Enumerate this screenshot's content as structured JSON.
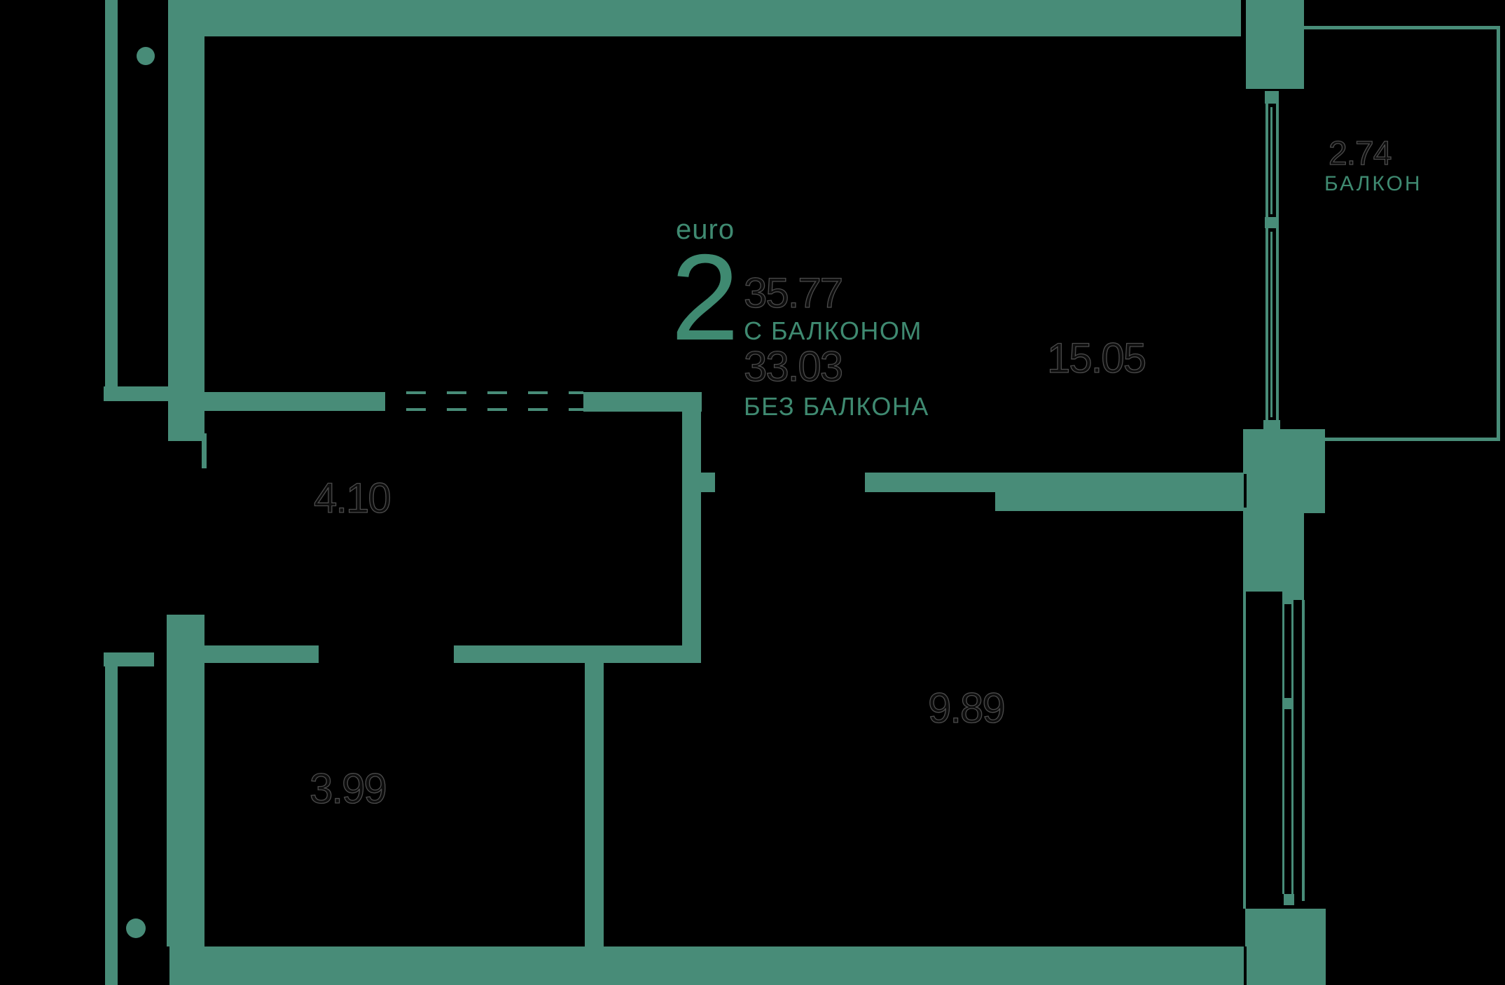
{
  "plan": {
    "type_label": "euro",
    "rooms_count": "2",
    "area_with_balcony": "35.77",
    "area_with_balcony_label": "С БАЛКОНОМ",
    "area_without_balcony": "33.03",
    "area_without_balcony_label": "БЕЗ БАЛКОНА",
    "rooms": [
      {
        "area": "15.05"
      },
      {
        "area": "4.10"
      },
      {
        "area": "3.99"
      },
      {
        "area": "9.89"
      },
      {
        "area": "2.74",
        "name": "БАЛКОН"
      }
    ],
    "colors": {
      "wall": "#488c78",
      "accent_text": "#3f8a71",
      "number_fill": "#0d0d0d",
      "number_outline": "#4c4c4c",
      "background": "#000000"
    }
  }
}
